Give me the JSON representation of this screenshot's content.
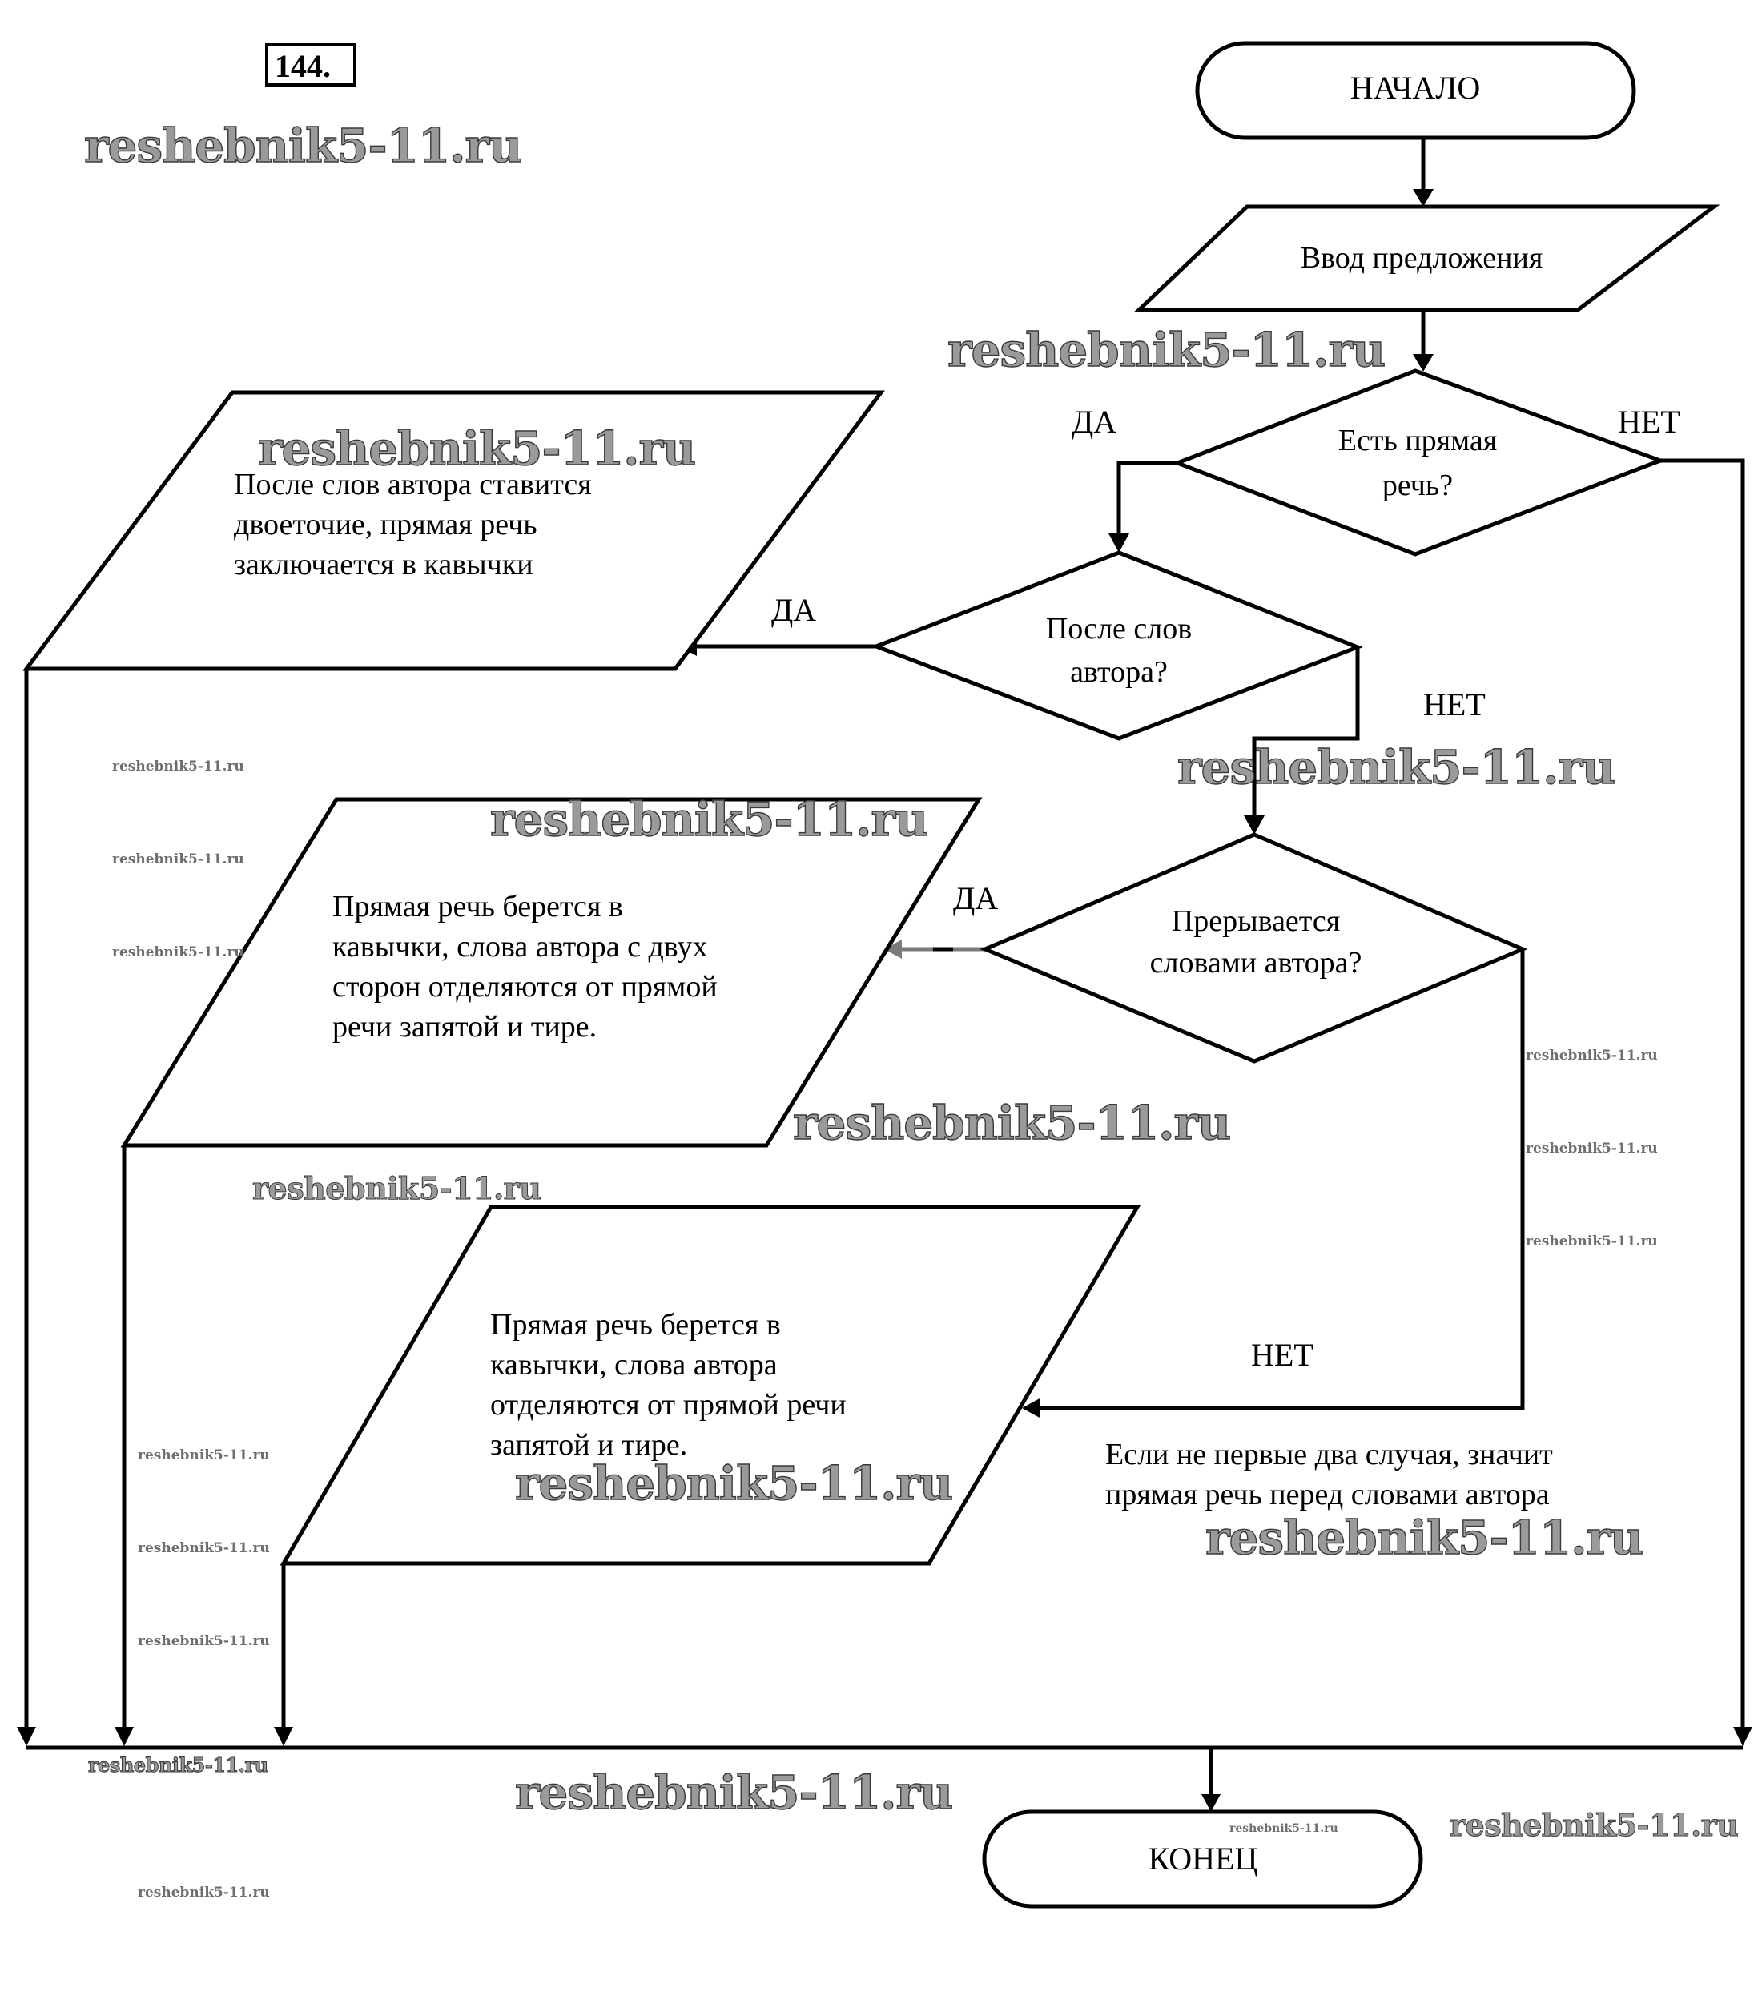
{
  "task": {
    "number": "144."
  },
  "flowchart": {
    "start": "НАЧАЛО",
    "input": "Ввод предложения",
    "decision1": {
      "lines": [
        "Есть прямая",
        "речь?"
      ],
      "yes": "ДА",
      "no": "НЕТ"
    },
    "decision2": {
      "lines": [
        "После слов",
        "автора?"
      ],
      "yes": "ДА",
      "no": "НЕТ"
    },
    "decision3": {
      "lines": [
        "Прерывается",
        "словами автора?"
      ],
      "yes": "ДА",
      "no": "НЕТ"
    },
    "output1": {
      "lines": [
        "После слов автора ставится",
        "двоеточие, прямая речь",
        "заключается в кавычки"
      ]
    },
    "output2": {
      "lines": [
        "Прямая речь берется в",
        "кавычки, слова автора с двух",
        "сторон отделяются от прямой",
        "речи запятой и тире."
      ]
    },
    "output3": {
      "lines": [
        "Прямая речь берется в",
        "кавычки, слова автора",
        "отделяются от прямой речи",
        "запятой и тире."
      ]
    },
    "note": {
      "lines": [
        "Если не первые два случая, значит",
        "прямая речь перед словами автора"
      ]
    },
    "end": "КОНЕЦ"
  },
  "watermark": {
    "text": "reshebnik5-11.ru"
  }
}
